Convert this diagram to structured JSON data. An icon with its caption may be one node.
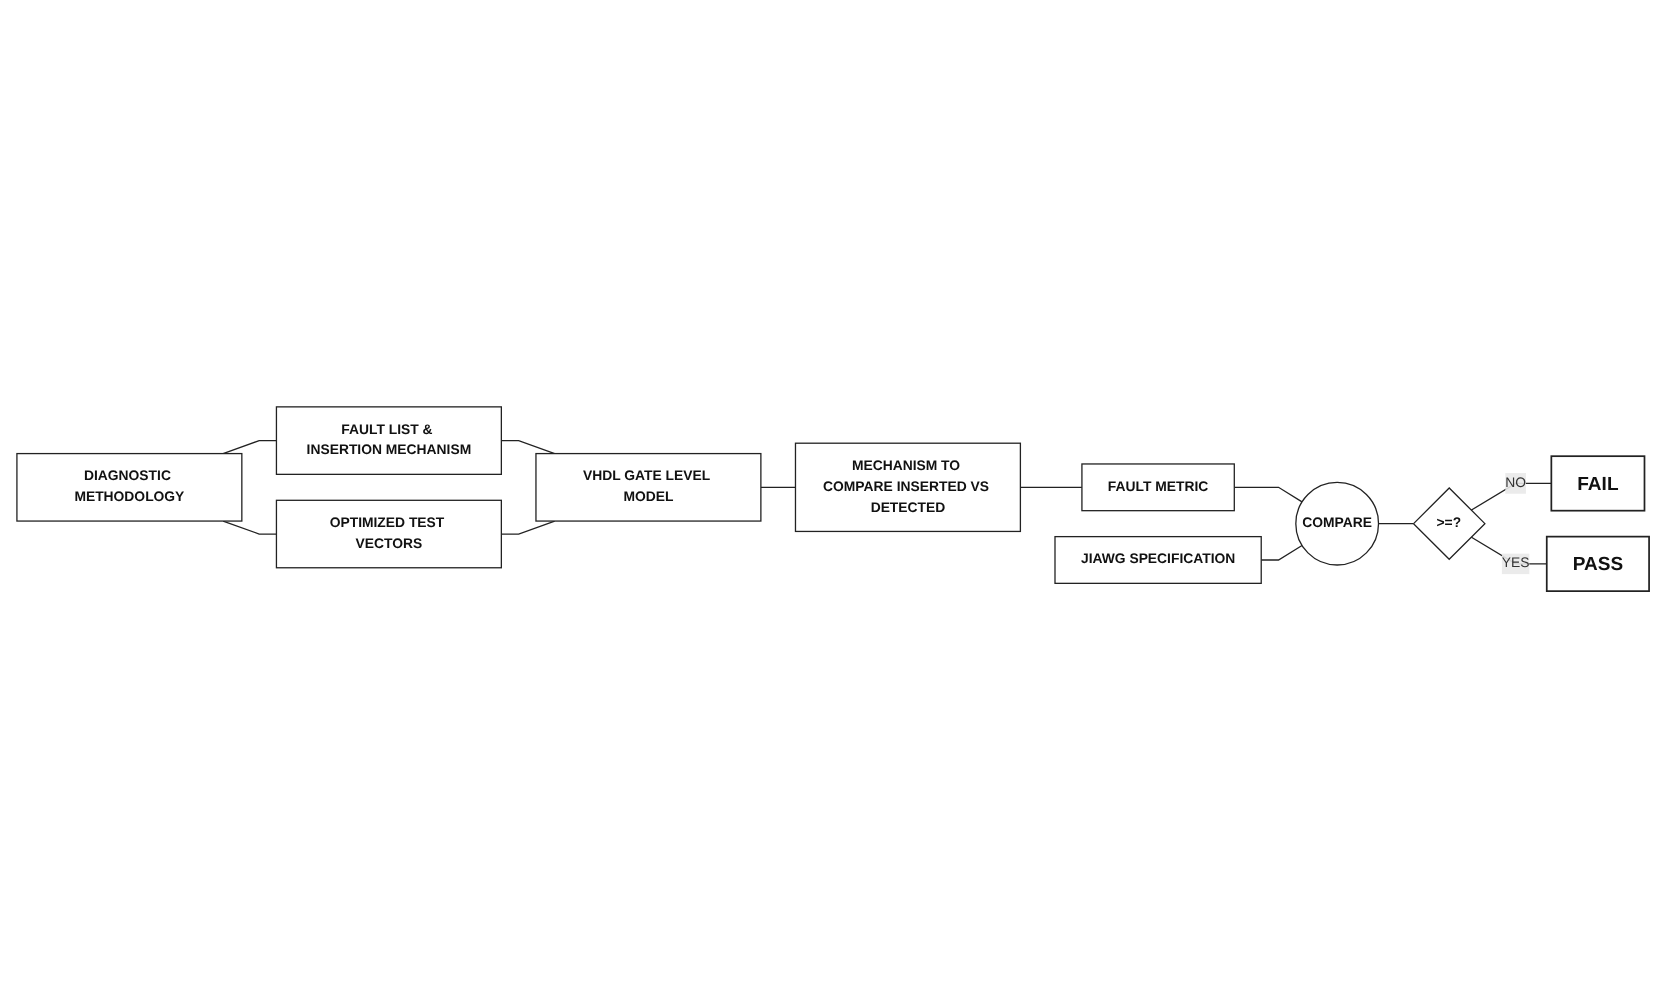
{
  "diagram": {
    "nodes": [
      {
        "text": [
          "DIAGNOSTIC METHODOLOGY"
        ]
      },
      {
        "text": [
          "FAULT LIST & INSERTION MECHANISM"
        ]
      },
      {
        "text": [
          "OPTIMIZED TEST VECTORS"
        ]
      },
      {
        "text": [
          "VHDL GATE LEVEL MODEL"
        ]
      },
      {
        "text": [
          "MECHANISM TO COMPARE INSERTED VS DETECTED"
        ]
      },
      {
        "text": [
          "FAULT METRIC"
        ]
      },
      {
        "text": [
          "JIAWG SPECIFICATION"
        ]
      },
      {
        "text": [
          "COMPARE"
        ]
      },
      {
        "text": [
          ">=?"
        ]
      },
      {
        "text": [
          "FAIL"
        ]
      },
      {
        "text": [
          "PASS"
        ]
      }
    ],
    "edges": [
      {
        "from": 0,
        "to": 1,
        "arrow": "none"
      },
      {
        "from": 0,
        "to": 2,
        "arrow": "none"
      },
      {
        "from": 1,
        "to": 3,
        "arrow": "none"
      },
      {
        "from": 2,
        "to": 3,
        "arrow": "none"
      },
      {
        "from": 3,
        "to": 4,
        "arrow": "none"
      },
      {
        "from": 4,
        "to": 5,
        "arrow": "none"
      },
      {
        "from": 5,
        "to": 7,
        "arrow": "none"
      },
      {
        "from": 6,
        "to": 7,
        "arrow": "none"
      },
      {
        "from": 7,
        "to": 8,
        "arrow": "none"
      },
      {
        "from": 8,
        "to": 9,
        "label": "NO",
        "arrow": "none"
      },
      {
        "from": 8,
        "to": 10,
        "label": "YES",
        "arrow": "none"
      }
    ]
  }
}
